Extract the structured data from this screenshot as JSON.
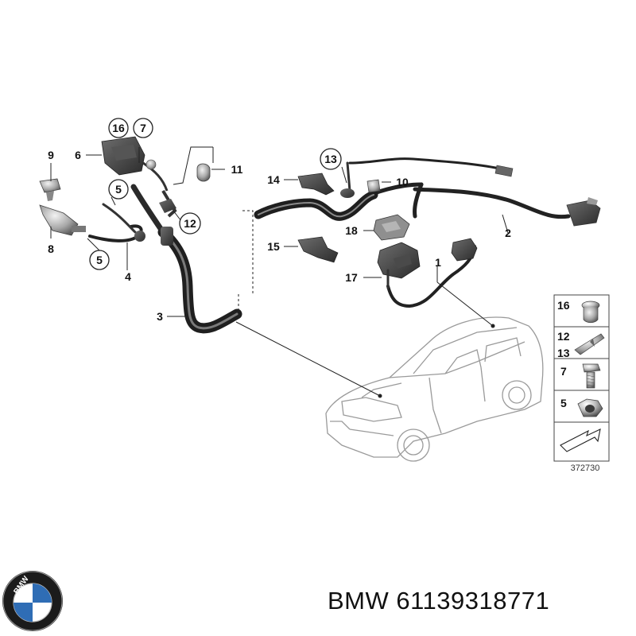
{
  "diagram": {
    "callouts": {
      "c1": "1",
      "c2": "2",
      "c3": "3",
      "c4": "4",
      "c5a": "5",
      "c5b": "5",
      "c6": "6",
      "c7": "7",
      "c8": "8",
      "c9": "9",
      "c10": "10",
      "c11": "11",
      "c12": "12",
      "c13": "13",
      "c14": "14",
      "c15": "15",
      "c16": "16",
      "c17": "17",
      "c18": "18"
    },
    "legend": {
      "items": [
        "16",
        "12",
        "13",
        "7",
        "5"
      ],
      "ref_number": "372730"
    }
  },
  "brand": {
    "logo_text": "BMW",
    "caption": "BMW 61139318771"
  },
  "colors": {
    "line": "#222222",
    "cable": "#1f1f1f",
    "part_fill": "#8a8a8a",
    "car_line": "#9a9a9a"
  }
}
